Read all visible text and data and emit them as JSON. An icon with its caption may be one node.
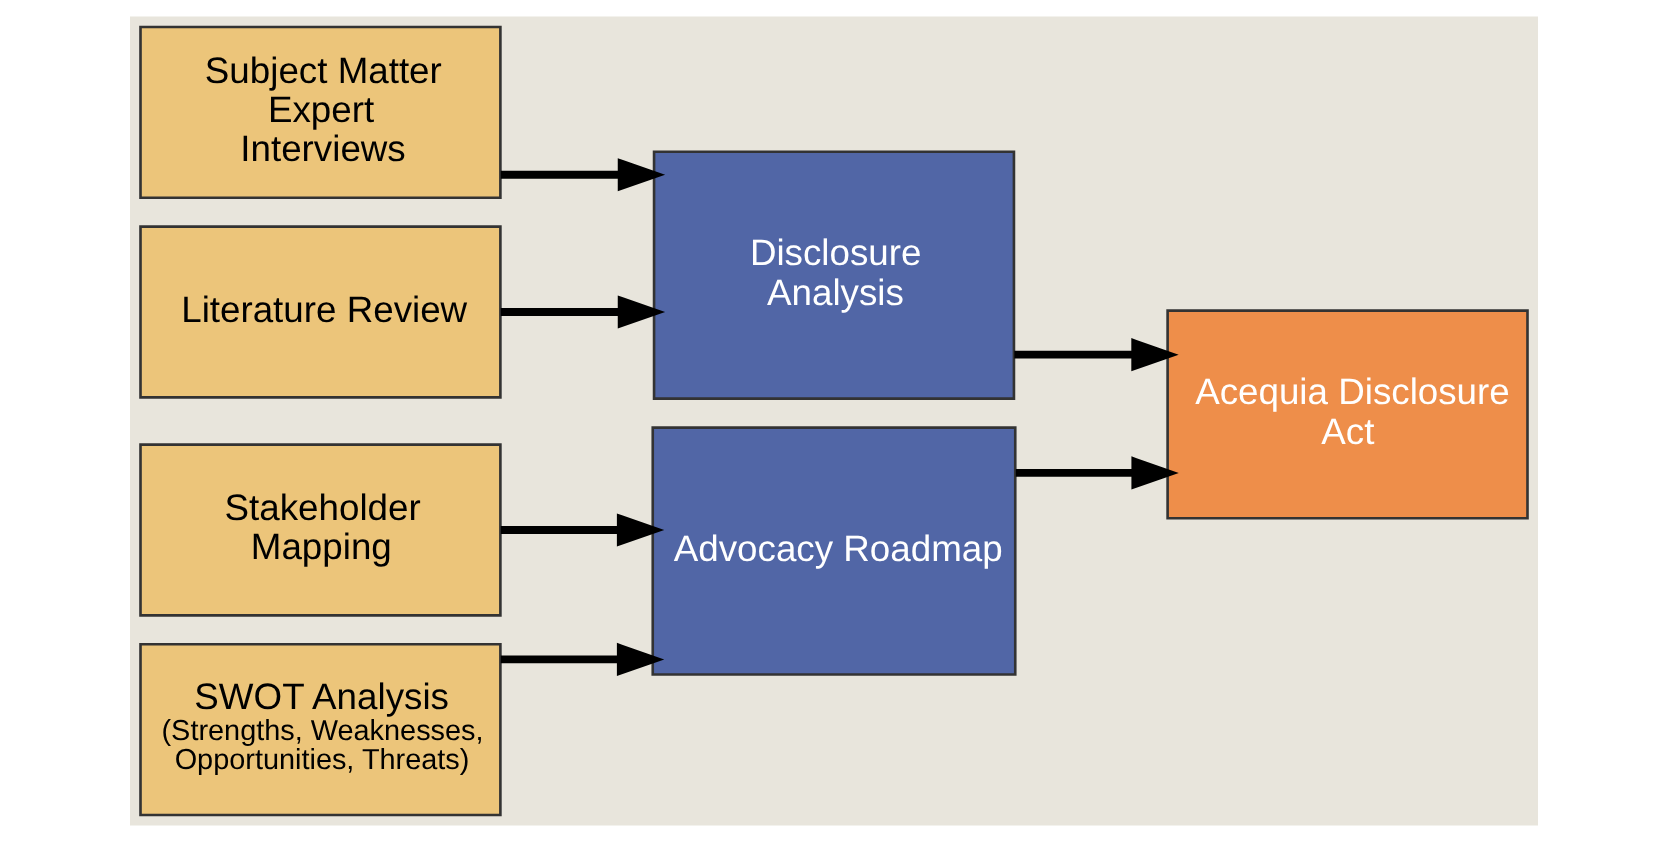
{
  "diagram": {
    "nodes": [
      {
        "text": [
          "Subject Matter Expert Interviews"
        ]
      },
      {
        "text": [
          "Literature Review"
        ]
      },
      {
        "text": [
          "Stakeholder Mapping"
        ]
      },
      {
        "text": [
          "SWOT Analysis",
          "(Strengths, Weaknesses, Opportunities, Threats)"
        ]
      },
      {
        "text": [
          "Disclosure Analysis"
        ]
      },
      {
        "text": [
          "Advocacy Roadmap"
        ]
      },
      {
        "text": [
          "Acequia Disclosure Act"
        ]
      }
    ],
    "edges": [
      {
        "from": 0,
        "to": 4,
        "arrow": "to"
      },
      {
        "from": 1,
        "to": 4,
        "arrow": "to"
      },
      {
        "from": 2,
        "to": 5,
        "arrow": "to"
      },
      {
        "from": 3,
        "to": 5,
        "arrow": "to"
      },
      {
        "from": 4,
        "to": 6,
        "arrow": "to"
      },
      {
        "from": 5,
        "to": 6,
        "arrow": "to"
      }
    ]
  }
}
